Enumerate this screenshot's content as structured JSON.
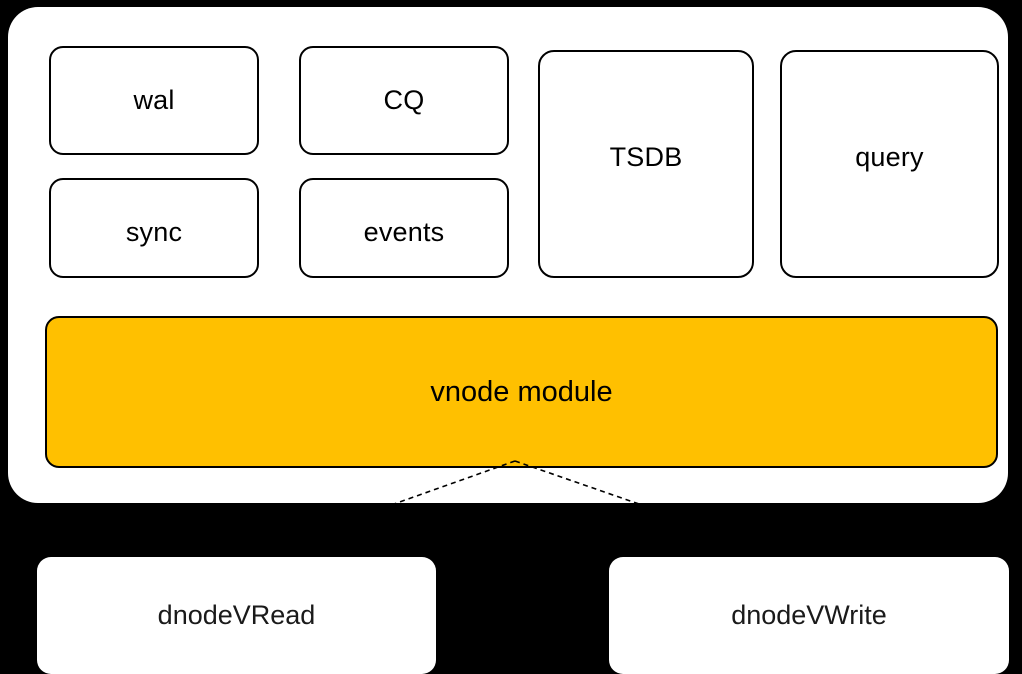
{
  "diagram": {
    "background_color": "#000000",
    "vnode_container": {
      "name": "vnode",
      "fill": "#ffffff",
      "modules": [
        {
          "id": "wal",
          "label": "wal"
        },
        {
          "id": "cq",
          "label": "CQ"
        },
        {
          "id": "sync",
          "label": "sync"
        },
        {
          "id": "events",
          "label": "events"
        },
        {
          "id": "tsdb",
          "label": "TSDB"
        },
        {
          "id": "query",
          "label": "query"
        }
      ],
      "module_bar": {
        "label": "vnode module",
        "fill": "#ffc000",
        "stroke": "#000000"
      }
    },
    "consumers": [
      {
        "id": "dnode-vread",
        "label": "dnodeVRead",
        "fill": "#ffffff"
      },
      {
        "id": "dnode-vwrite",
        "label": "dnodeVWrite",
        "fill": "#ffffff"
      }
    ],
    "connectors": {
      "style": "dashed",
      "color": "#000000",
      "description": "vnode module fans out to dnodeVRead and dnodeVWrite"
    }
  }
}
